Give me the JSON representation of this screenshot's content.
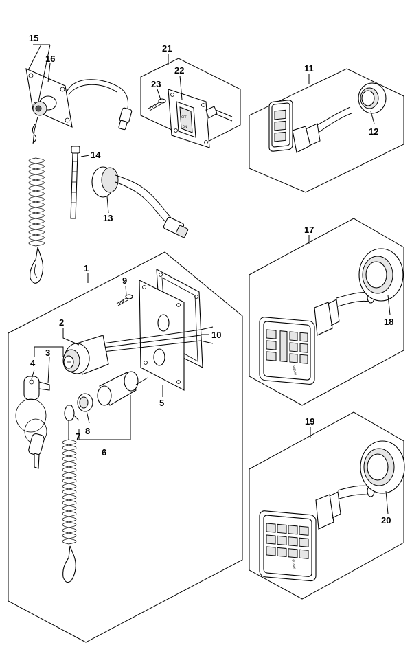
{
  "labels": {
    "p1": "1",
    "p2": "2",
    "p3": "3",
    "p4": "4",
    "p5": "5",
    "p6": "6",
    "p7": "7",
    "p8": "8",
    "p9": "9",
    "p10": "10",
    "p11": "11",
    "p12": "12",
    "p13": "13",
    "p14": "14",
    "p15": "15",
    "p16": "16",
    "p17": "17",
    "p18": "18",
    "p19": "19",
    "p20": "20",
    "p21": "21",
    "p22": "22",
    "p23": "23"
  },
  "panel_markings": {
    "switch_on": "ON",
    "switch_off": "OFF",
    "brand_17": "SUZUKI",
    "brand_19": "SUZUKI"
  }
}
